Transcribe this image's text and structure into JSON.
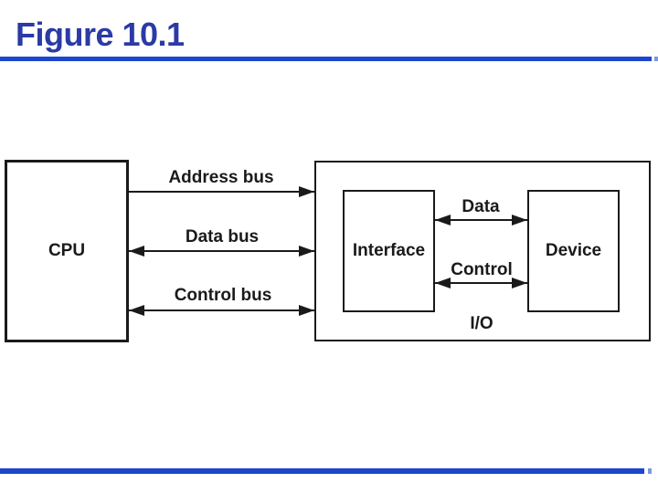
{
  "slide": {
    "title": "Figure 10.1"
  },
  "diagram": {
    "cpu_label": "CPU",
    "io_label": "I/O",
    "interface_label": "Interface",
    "device_label": "Device",
    "buses": {
      "address": "Address bus",
      "data": "Data bus",
      "control": "Control bus"
    },
    "inner_links": {
      "data": "Data",
      "control": "Control"
    },
    "colors": {
      "diagram_line": "#1a1a1a",
      "title_blue": "#2b3aa6",
      "rule_blue": "#1b46cd"
    }
  }
}
